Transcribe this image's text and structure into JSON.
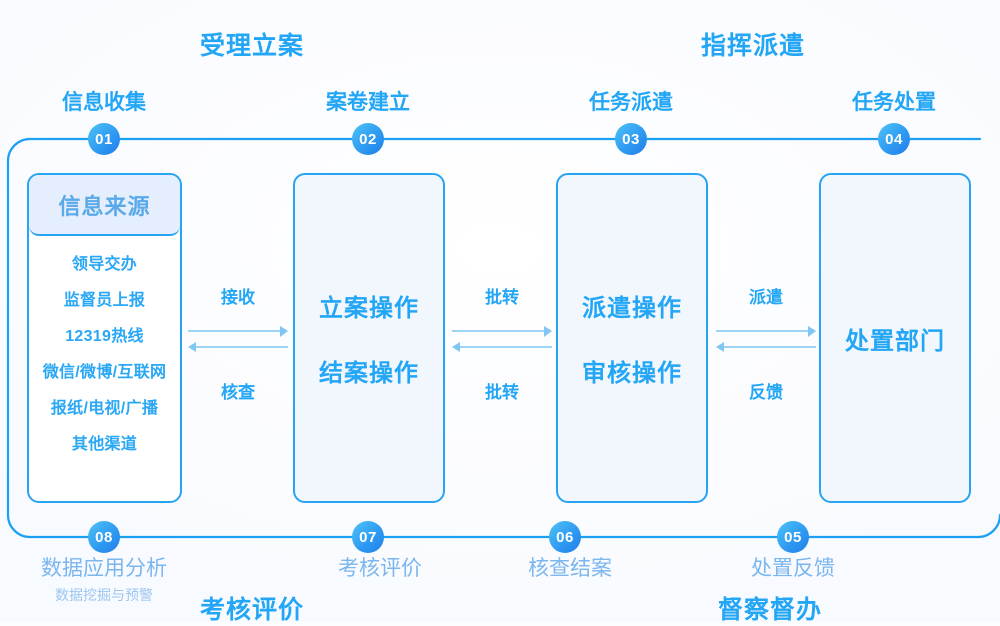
{
  "sections": [
    {
      "id": "accept",
      "label": "受理立案",
      "position": "top-left"
    },
    {
      "id": "dispatch",
      "label": "指挥派遣",
      "position": "top-right"
    },
    {
      "id": "assess",
      "label": "考核评价",
      "position": "bottom-left"
    },
    {
      "id": "supervise",
      "label": "督察督办",
      "position": "bottom-right"
    }
  ],
  "steps_top": [
    {
      "number": "01",
      "label": "信息收集"
    },
    {
      "number": "02",
      "label": "案卷建立"
    },
    {
      "number": "03",
      "label": "任务派遣"
    },
    {
      "number": "04",
      "label": "任务处置"
    }
  ],
  "steps_bottom": [
    {
      "number": "08",
      "label": "数据应用分析",
      "sublabel": "数据挖掘与预警"
    },
    {
      "number": "07",
      "label": "考核评价",
      "sublabel": ""
    },
    {
      "number": "06",
      "label": "核查结案",
      "sublabel": ""
    },
    {
      "number": "05",
      "label": "处置反馈",
      "sublabel": ""
    }
  ],
  "boxes": [
    {
      "id": "box1",
      "header": "信息来源",
      "items": [
        "领导交办",
        "监督员上报",
        "12319热线",
        "微信/微博/互联网",
        "报纸/电视/广播",
        "其他渠道"
      ]
    },
    {
      "id": "box2",
      "lines": [
        "立案操作",
        "结案操作"
      ]
    },
    {
      "id": "box3",
      "lines": [
        "派遣操作",
        "审核操作"
      ]
    },
    {
      "id": "box4",
      "lines": [
        "处置部门"
      ]
    }
  ],
  "connectors": [
    {
      "id": "conn1",
      "forward_label": "接收",
      "reverse_label": "核查"
    },
    {
      "id": "conn2",
      "forward_label": "批转",
      "reverse_label": "批转"
    },
    {
      "id": "conn3",
      "forward_label": "派遣",
      "reverse_label": "反馈"
    }
  ],
  "colors": {
    "primary": "#23a6f5",
    "primary_dark": "#1f7ee8",
    "muted": "#7cb6ee",
    "sublabel": "#9cc6f0",
    "box_fill": "#f2f6fd",
    "header_fill": "#e4eefc",
    "arrow": "#7fc6f2",
    "background": "#fdfdff"
  }
}
